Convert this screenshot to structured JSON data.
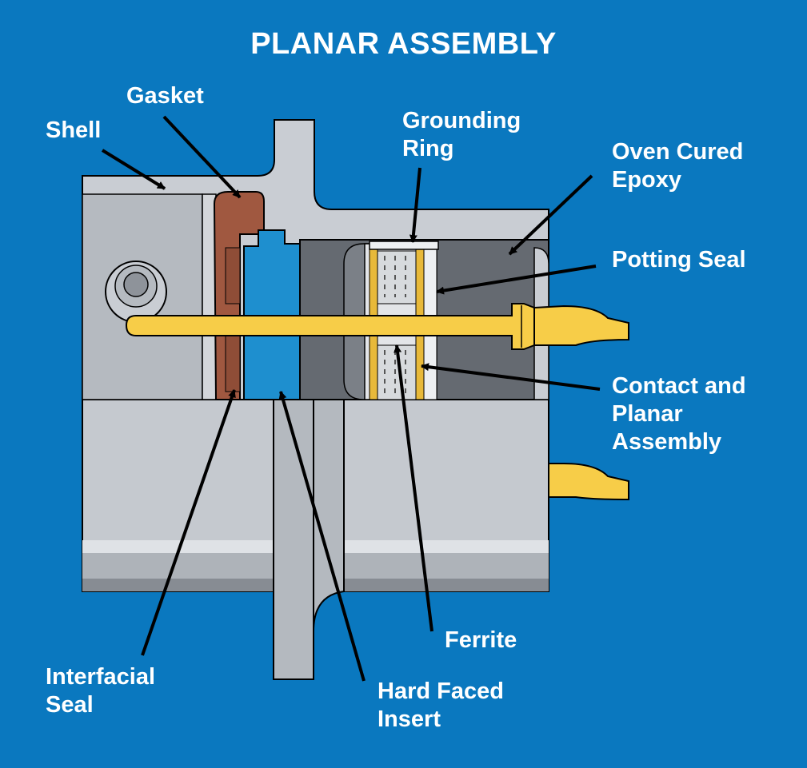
{
  "title": "PLANAR ASSEMBLY",
  "labels": {
    "shell": "Shell",
    "gasket": "Gasket",
    "grounding_ring": [
      "Grounding",
      "Ring"
    ],
    "oven_cured_epoxy": [
      "Oven Cured",
      "Epoxy"
    ],
    "potting_seal": "Potting Seal",
    "contact_planar": [
      "Contact and",
      "Planar",
      "Assembly"
    ],
    "ferrite": "Ferrite",
    "interfacial_seal": [
      "Interfacial",
      "Seal"
    ],
    "hard_faced_insert": [
      "Hard Faced",
      "Insert"
    ]
  },
  "colors": {
    "background": "#0a78bf",
    "shell": "#c9cdd3",
    "epoxy": "#666b72",
    "gasket": "#a05840",
    "insert": "#1e8fcf",
    "contact": "#f7cd48"
  }
}
